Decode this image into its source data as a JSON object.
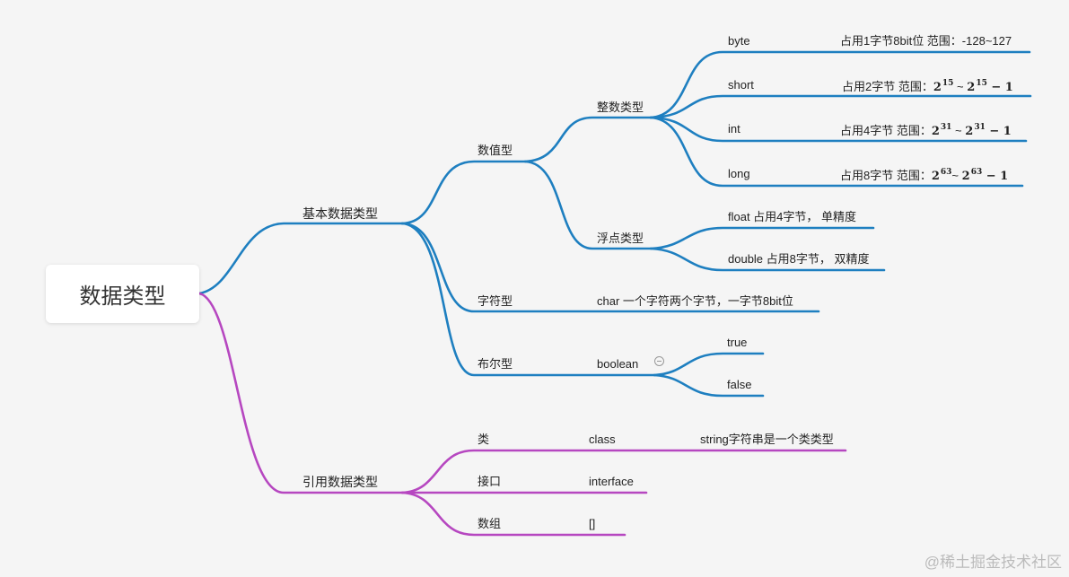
{
  "root": "数据类型",
  "branches": {
    "basic": {
      "label": "基本数据类型",
      "numeric": {
        "label": "数值型",
        "integer": {
          "label": "整数类型",
          "byte": {
            "name": "byte",
            "desc": "占用1字节8bit位 范围：-128~127"
          },
          "short": {
            "name": "short",
            "desc": "占用2字节  范围：",
            "from": {
              "base": "2",
              "exp": "15"
            },
            "sep": "~",
            "to": {
              "base": "2",
              "exp": "15",
              "rest": "− 1"
            }
          },
          "int": {
            "name": "int",
            "desc": "占用4字节 范围：",
            "from": {
              "base": "2",
              "exp": "31"
            },
            "sep": "~",
            "to": {
              "base": "2",
              "exp": "31",
              "rest": "− 1"
            }
          },
          "long": {
            "name": "long",
            "desc": "占用8字节 范围：",
            "from": {
              "base": "2",
              "exp": "63"
            },
            "sep": "~",
            "to": {
              "base": "2",
              "exp": "63",
              "rest": "− 1"
            }
          }
        },
        "float": {
          "label": "浮点类型",
          "float": "float  占用4字节， 单精度",
          "double": "double 占用8字节， 双精度"
        }
      },
      "char": {
        "label": "字符型",
        "value": "char    一个字符两个字节，一字节8bit位"
      },
      "bool": {
        "label": "布尔型",
        "name": "boolean",
        "true": "true",
        "false": "false"
      }
    },
    "reference": {
      "label": "引用数据类型",
      "class": {
        "label": "类",
        "name": "class",
        "desc": "string字符串是一个类类型"
      },
      "interface": {
        "label": "接口",
        "name": "interface"
      },
      "array": {
        "label": "数组",
        "name": "[]"
      }
    }
  },
  "watermark": "@稀土掘金技术社区",
  "colors": {
    "blue": "#1e7fc0",
    "purple": "#b647c0"
  }
}
